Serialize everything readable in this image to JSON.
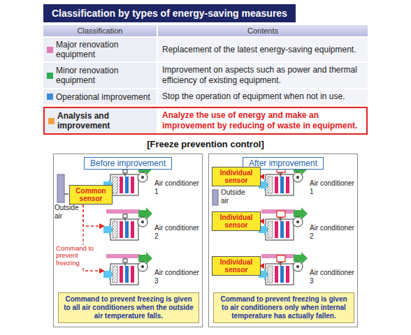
{
  "diagram": {
    "title": "Classification by types of energy-saving measures",
    "nodes": [
      {
        "text": [
          "Before improvement"
        ]
      },
      {
        "text": [
          "Common sensor"
        ],
        "in": 0
      },
      {
        "text": [
          "Air conditioner 1"
        ],
        "in": 0
      },
      {
        "text": [
          "Air conditioner 2"
        ],
        "in": 0
      },
      {
        "text": [
          "Air conditioner 3"
        ],
        "in": 0
      },
      {
        "text": [
          "Command to prevent freezing is given to all air conditioners when the outside air temperature falls."
        ],
        "in": 0
      },
      {
        "text": [
          "After improvement"
        ]
      },
      {
        "text": [
          "Individual sensor"
        ],
        "in": 6
      },
      {
        "text": [
          "Air conditioner 1"
        ],
        "in": 6
      },
      {
        "text": [
          "Individual sensor"
        ],
        "in": 6
      },
      {
        "text": [
          "Air conditioner 2"
        ],
        "in": 6
      },
      {
        "text": [
          "Individual sensor"
        ],
        "in": 6
      },
      {
        "text": [
          "Air conditioner 3"
        ],
        "in": 6
      },
      {
        "text": [
          "Command to prevent freezing is given to air conditioners only when internal temperature has actually fallen."
        ],
        "in": 6
      }
    ],
    "edges": [
      {
        "from": 1,
        "to": 2,
        "arrow": "to"
      },
      {
        "from": 1,
        "to": 3,
        "arrow": "to"
      },
      {
        "from": 1,
        "to": 4,
        "label": "Command to prevent freezing",
        "arrow": "to"
      },
      {
        "from": 7,
        "to": 8,
        "arrow": "to"
      },
      {
        "from": 9,
        "to": 10,
        "arrow": "to"
      },
      {
        "from": 11,
        "to": 12,
        "arrow": "to"
      }
    ],
    "labels": [
      "Classification",
      "Contents",
      "Replacement of the latest energy-saving equipment.",
      "Improvement on aspects such as power and thermal efficiency of existing equipment.",
      "Stop the operation of equipment when not in use.",
      "Analyze the use of energy and make an improvement by reducing of waste in equipment.",
      "[Freeze prevention control]",
      "Outside air",
      "Outside air"
    ],
    "legend": [
      {
        "text": "Major renovation equipment",
        "color": "#e27ab8"
      },
      {
        "text": "Minor renovation equipment",
        "color": "#2bab4f"
      },
      {
        "text": "Operational improvement",
        "color": "#3a8ed8"
      },
      {
        "text": "Analysis and improvement",
        "color": "#f5a040"
      }
    ]
  }
}
